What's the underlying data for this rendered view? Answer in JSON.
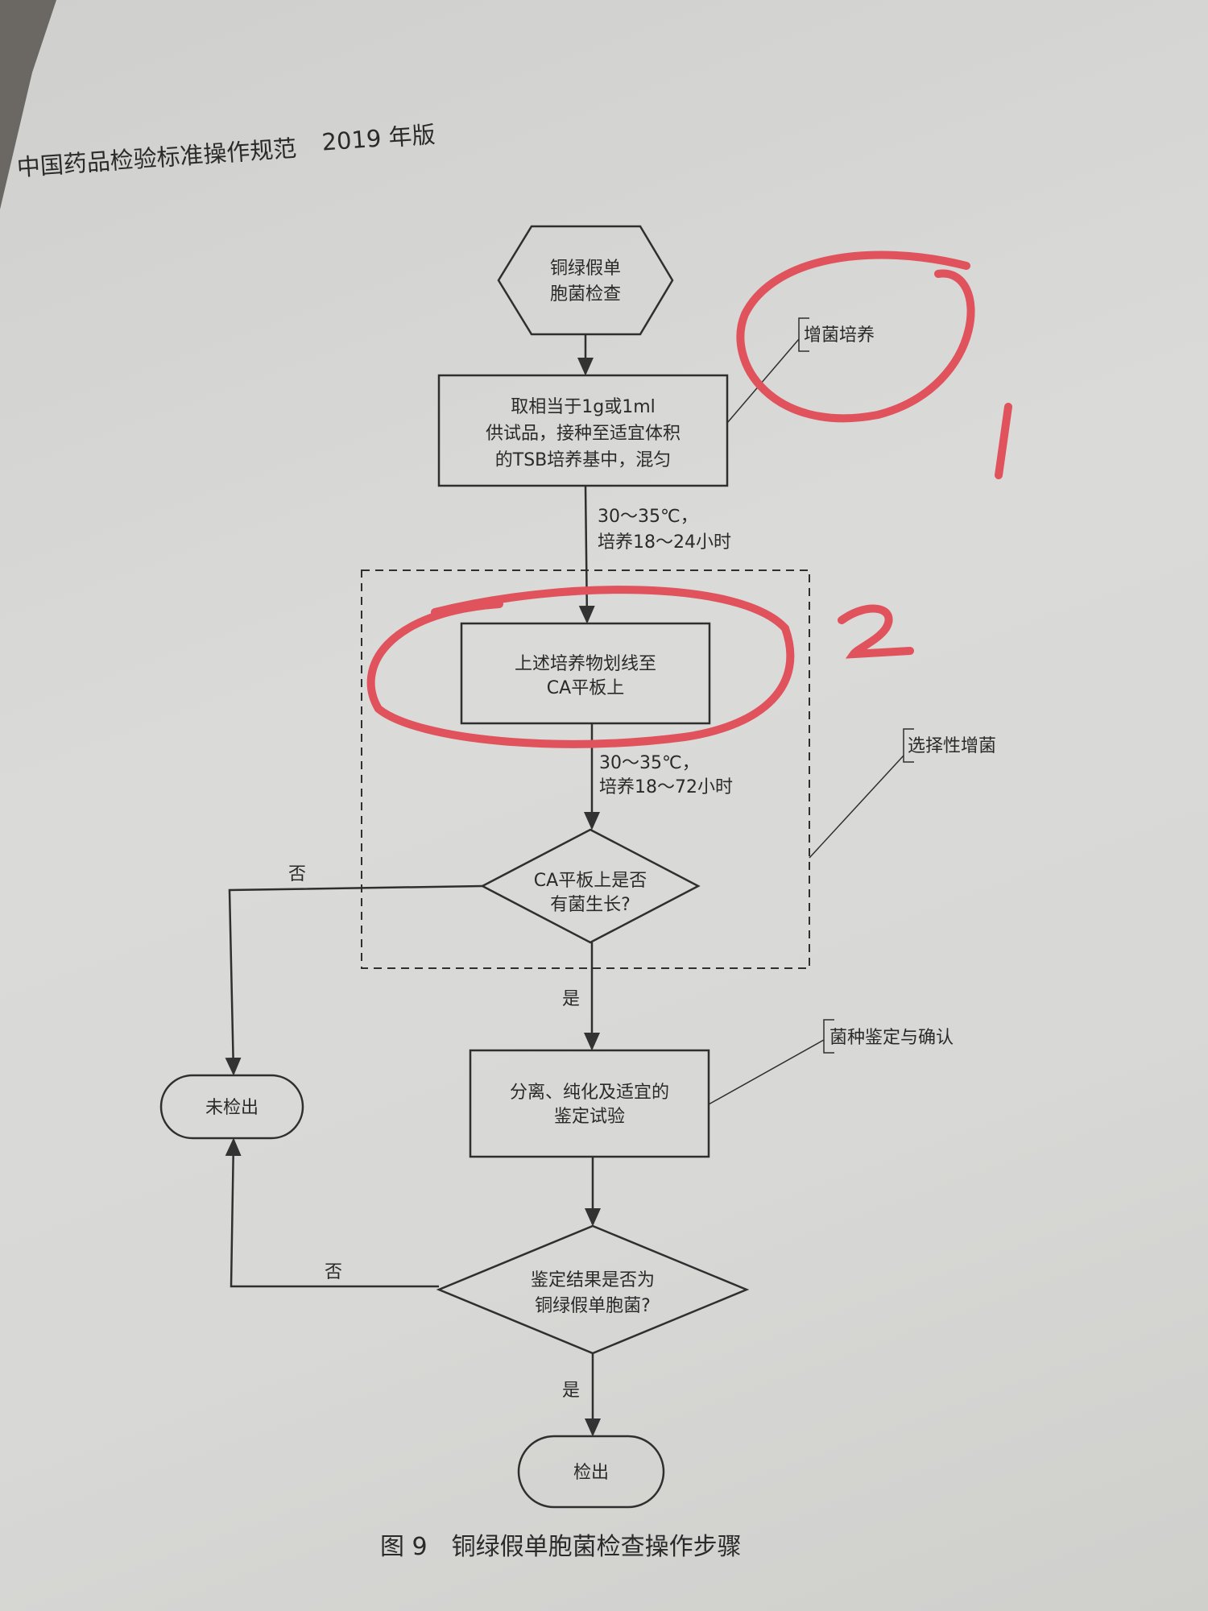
{
  "header": {
    "book_title": "中国药品检验标准操作规范",
    "edition": "2019 年版"
  },
  "flowchart": {
    "start": [
      "铜绿假单",
      "胞菌检查"
    ],
    "step1": [
      "取相当于1g或1ml",
      "供试品，接种至适宜体积",
      "的TSB培养基中，混匀"
    ],
    "cond1": [
      "30～35℃，",
      "培养18～24小时"
    ],
    "step2": [
      "上述培养物划线至",
      "CA平板上"
    ],
    "cond2": [
      "30～35℃，",
      "培养18～72小时"
    ],
    "decision1": [
      "CA平板上是否",
      "有菌生长?"
    ],
    "no1": "否",
    "yes1": "是",
    "step3": [
      "分离、纯化及适宜的",
      "鉴定试验"
    ],
    "decision2": [
      "鉴定结果是否为",
      "铜绿假单胞菌?"
    ],
    "no2": "否",
    "yes2": "是",
    "not_detected": "未检出",
    "detected": "检出",
    "annotations": {
      "enrich": "增菌培养",
      "selective": "选择性增菌",
      "identify": "菌种鉴定与确认"
    }
  },
  "caption": "图 9　铜绿假单胞菌检查操作步骤",
  "handwritten": {
    "mark1": "1",
    "mark2": "2",
    "color": "#e0525c"
  }
}
